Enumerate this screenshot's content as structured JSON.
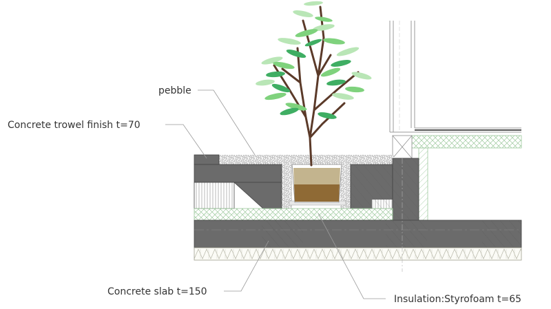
{
  "labels": {
    "pebble": "pebble",
    "trowel": "Concrete trowel finish t=70",
    "slab": "Concrete slab t=150",
    "insulation": "Insulation:Styrofoam t=65"
  },
  "colors": {
    "concrete": "#6b6b6b",
    "concrete_dark": "#4e4e4e",
    "insulation": "#c9e8c9",
    "soil_top": "#c3b48e",
    "soil_bottom": "#8f6a35",
    "trunk": "#5b3a29",
    "leaf_light": "#b9e6b6",
    "leaf_mid": "#7fd27d",
    "leaf_dark": "#3fae63",
    "line": "#888888",
    "text": "#333333"
  },
  "icons": {
    "tree": "tree-icon"
  }
}
